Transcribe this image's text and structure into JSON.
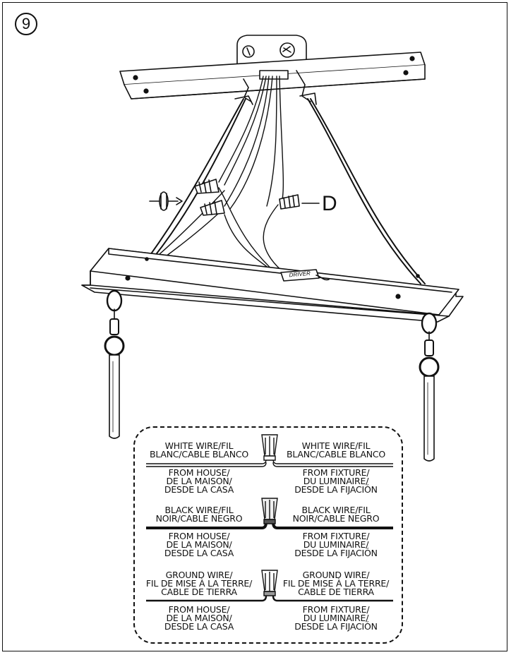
{
  "step_number": "9",
  "callout_label": "D",
  "icons": {
    "wire_nut": "wire-nut-icon",
    "screwdriver": "screwdriver-icon",
    "driver_box": "driver-box-icon"
  },
  "diagram": {
    "driver_label": "DRIVER"
  },
  "legend": {
    "rows": [
      {
        "left_wire": [
          "WHITE WIRE/FIL",
          "BLANC/CABLE BLANCO"
        ],
        "right_wire": [
          "WHITE WIRE/FIL",
          "BLANC/CABLE BLANCO"
        ],
        "left_from": [
          "FROM HOUSE/",
          "DE LA MAISON/",
          "DESDE LA CASA"
        ],
        "right_from": [
          "FROM FIXTURE/",
          "DU LUMINAIRE/",
          "DESDE LA FIJACIÓN"
        ]
      },
      {
        "left_wire": [
          "BLACK WIRE/FIL",
          "NOIR/CABLE NEGRO"
        ],
        "right_wire": [
          "BLACK WIRE/FIL",
          "NOIR/CABLE NEGRO"
        ],
        "left_from": [
          "FROM HOUSE/",
          "DE LA MAISON/",
          "DESDE LA CASA"
        ],
        "right_from": [
          "FROM FIXTURE/",
          "DU LUMINAIRE/",
          "DESDE LA FIJACIÓN"
        ]
      },
      {
        "left_wire": [
          "GROUND WIRE/",
          "FIL DE MISE À LA TERRE/",
          "CABLE DE TIERRA"
        ],
        "right_wire": [
          "GROUND WIRE/",
          "FIL DE MISE À LA TERRE/",
          "CABLE DE TIERRA"
        ],
        "left_from": [
          "FROM HOUSE/",
          "DE LA MAISON/",
          "DESDE LA CASA"
        ],
        "right_from": [
          "FROM FIXTURE/",
          "DU LUMINAIRE/",
          "DESDE LA FIJACIÓN"
        ]
      }
    ]
  }
}
